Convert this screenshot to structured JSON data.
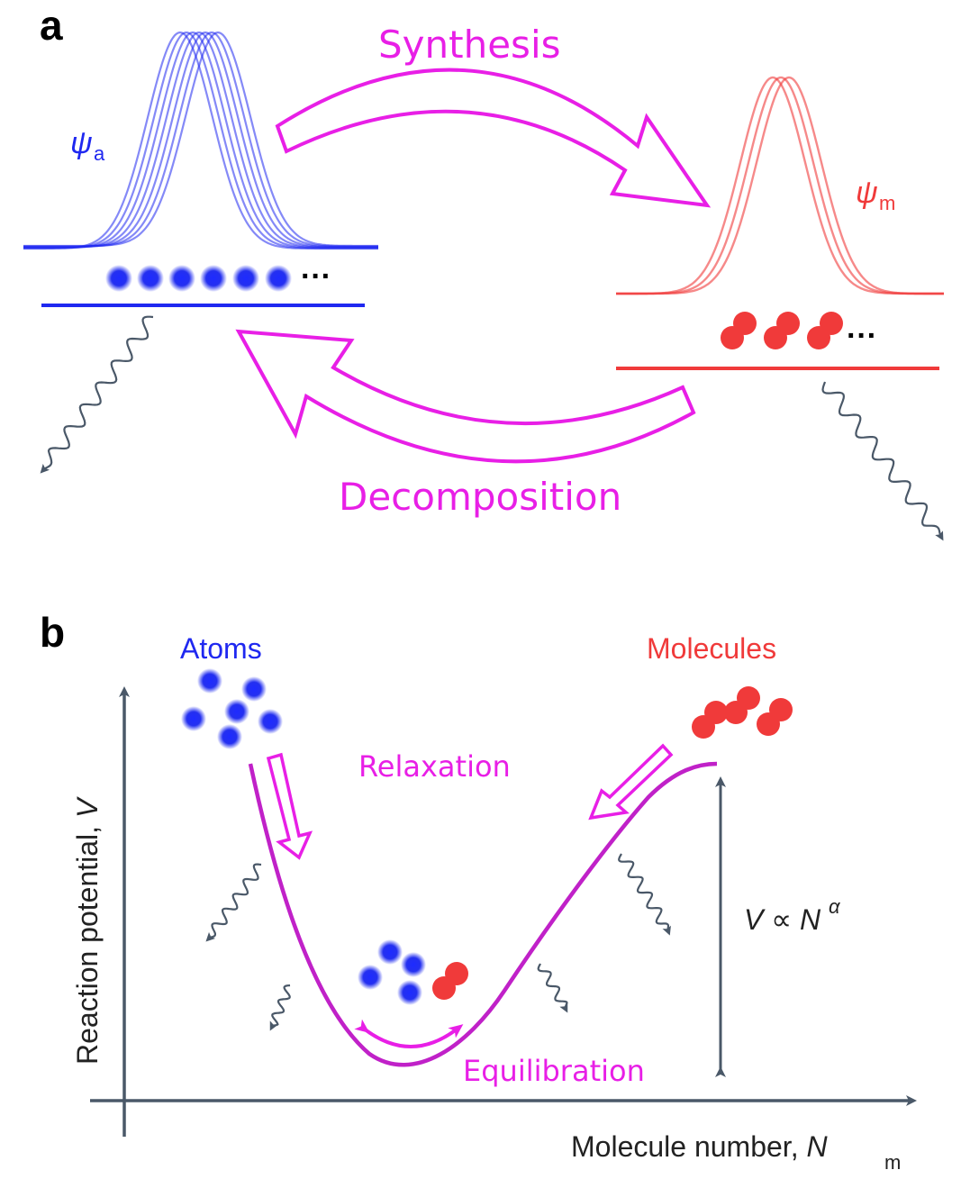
{
  "panel_a": {
    "letter": "a",
    "synthesis": "Synthesis",
    "decomposition": "Decomposition",
    "psi_symbol": "ψ",
    "psi_atom_sub": "a",
    "psi_mol_sub": "m",
    "ellipsis": "···"
  },
  "panel_b": {
    "letter": "b",
    "atoms": "Atoms",
    "molecules": "Molecules",
    "relaxation": "Relaxation",
    "equilibration": "Equilibration",
    "y_label": "Reaction potential, ",
    "y_var": "V",
    "x_label": "Molecule number, ",
    "x_var": "N",
    "x_sub": "m",
    "scaling_V": "V",
    "scaling_prop": " ∝ ",
    "scaling_N": "N",
    "scaling_exp": "α"
  },
  "colors": {
    "atom_blue": "#1f28f0",
    "molecule_red": "#f03a3a",
    "magenta": "#e81fe6",
    "curve_purple": "#c021c8",
    "axis_gray": "#4a5868"
  }
}
